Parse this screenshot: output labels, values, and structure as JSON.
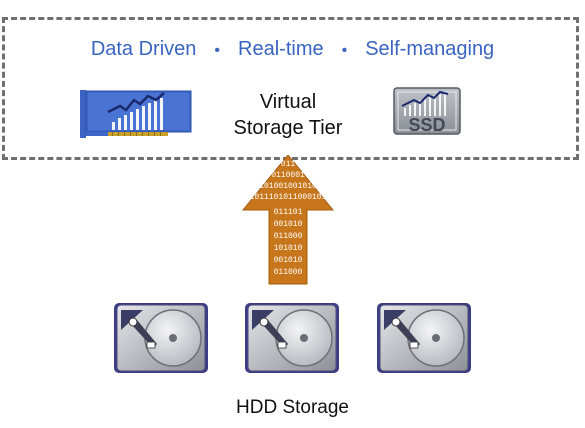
{
  "tier": {
    "features": [
      "Data Driven",
      "Real-time",
      "Self-managing"
    ],
    "separator": "•",
    "label_line1": "Virtual",
    "label_line2": "Storage Tier",
    "card_icon": "pcie-flash-card-icon",
    "ssd_icon": "ssd-icon",
    "ssd_text": "SSD"
  },
  "arrow": {
    "bits": [
      "011",
      "0110001",
      "101001001010",
      "1011101011000101",
      "011101",
      "001010",
      "011000",
      "101010",
      "001010",
      "011000"
    ]
  },
  "storage": {
    "label": "HDD Storage",
    "disks": [
      "hard-drive-icon",
      "hard-drive-icon",
      "hard-drive-icon"
    ]
  },
  "colors": {
    "accent_blue": "#3a64c1",
    "arrow_orange": "#c8761b",
    "border_gray": "#6f6f6f"
  }
}
